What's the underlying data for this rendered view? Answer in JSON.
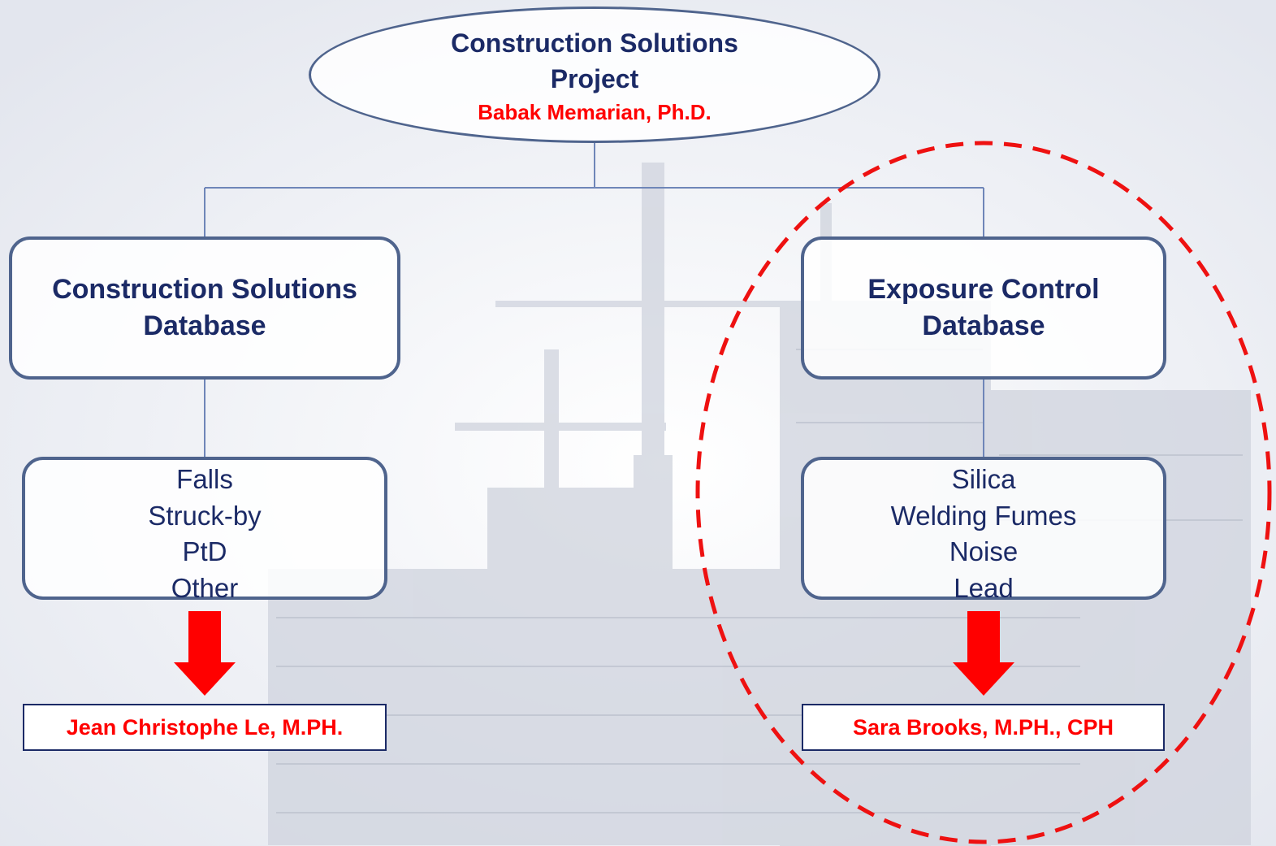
{
  "root": {
    "title": "Construction Solutions Project",
    "person": "Babak Memarian, Ph.D."
  },
  "left": {
    "database": "Construction Solutions Database",
    "topics": [
      "Falls",
      "Struck-by",
      "PtD",
      "Other"
    ],
    "lead": "Jean Christophe Le, M.PH."
  },
  "right": {
    "database": "Exposure Control Database",
    "topics": [
      "Silica",
      "Welding Fumes",
      "Noise",
      "Lead"
    ],
    "lead": "Sara Brooks, M.PH., CPH"
  },
  "colors": {
    "box_border": "#4f648d",
    "text": "#1b2a66",
    "accent": "#ff0000"
  }
}
